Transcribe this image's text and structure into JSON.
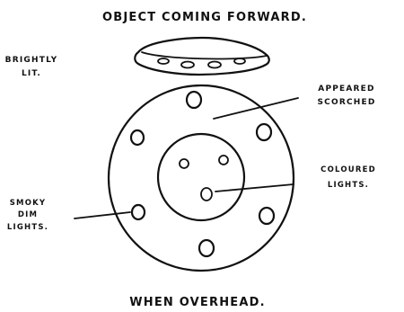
{
  "title_top": "OBJECT COMING FORWARD.",
  "title_bottom": "WHEN OVERHEAD.",
  "labels": {
    "brightly_lit_line1": "BRIGHTLY",
    "brightly_lit_line2": "LIT.",
    "appeared_line1": "APPEARED",
    "appeared_line2": "SCORCHED",
    "coloured_line1": "COLOURED",
    "coloured_line2": "LIGHTS.",
    "smoky_line1": "SMOKY",
    "smoky_line2": "DIM",
    "smoky_line3": "LIGHTS."
  },
  "colors": {
    "ink": "#111111",
    "paper": "#ffffff"
  }
}
